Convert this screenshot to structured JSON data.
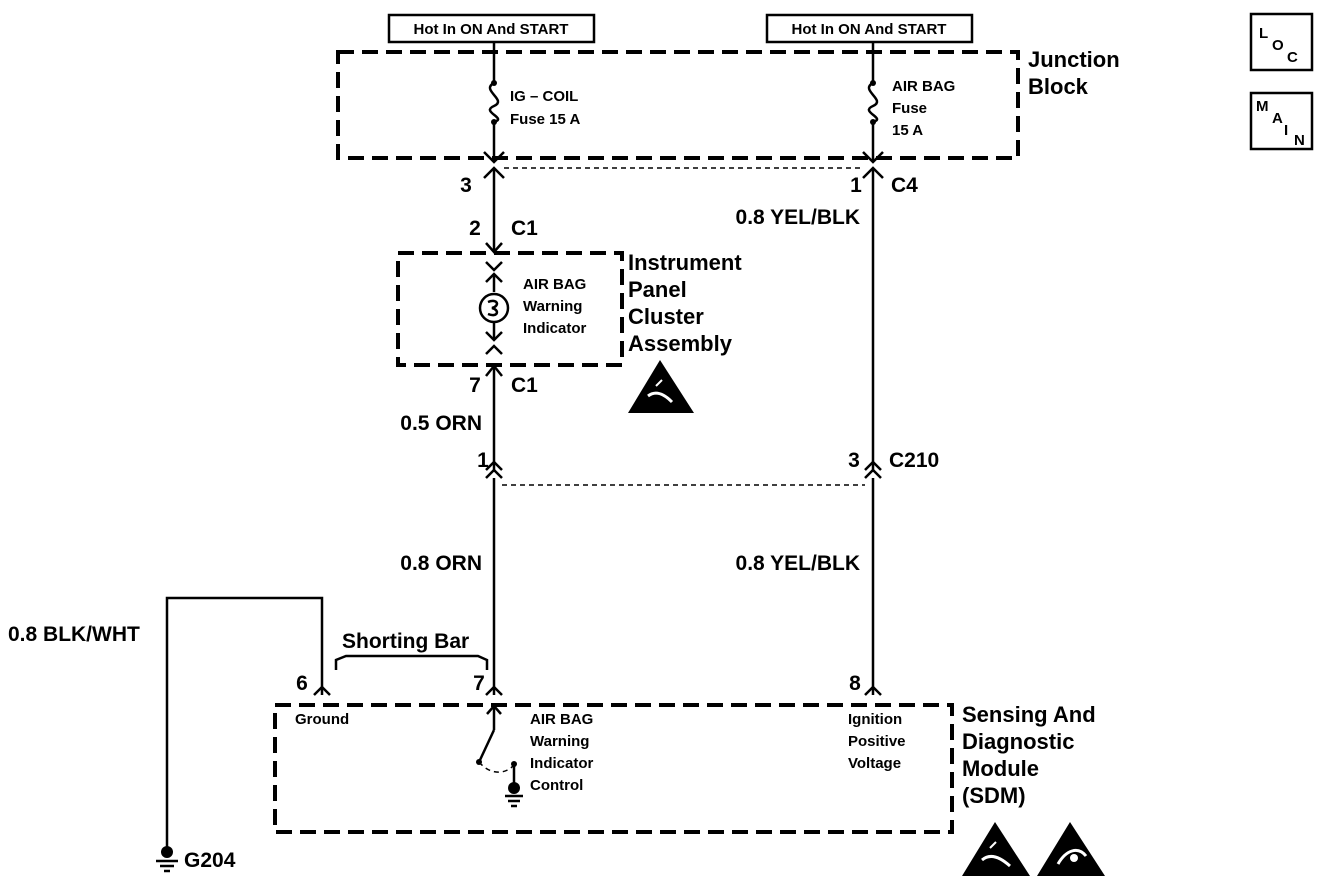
{
  "hot_labels": {
    "left": "Hot In ON And START",
    "right": "Hot In ON And START"
  },
  "junction_block": {
    "line1": "Junction",
    "line2": "Block"
  },
  "fuses": {
    "ig_coil": {
      "line1": "IG – COIL",
      "line2": "Fuse 15 A"
    },
    "air_bag": {
      "line1": "AIR BAG",
      "line2": "Fuse",
      "line3": "15 A"
    }
  },
  "connectors": {
    "c4": "C4",
    "c4_pin_left": "3",
    "c4_pin_right": "1",
    "c1_top": "C1",
    "c1_top_pin": "2",
    "c1_bottom": "C1",
    "c1_bottom_pin": "7",
    "c210": "C210",
    "c210_pin_left": "1",
    "c210_pin_right": "3",
    "sdm_pin_ground": "6",
    "sdm_pin_indicator": "7",
    "sdm_pin_ignition": "8"
  },
  "wires": {
    "yel_blk_upper": "0.8 YEL/BLK",
    "orn_upper": "0.5 ORN",
    "orn_lower": "0.8 ORN",
    "yel_blk_lower": "0.8 YEL/BLK",
    "blk_wht": "0.8 BLK/WHT"
  },
  "ipc": {
    "indicator": {
      "line1": "AIR BAG",
      "line2": "Warning",
      "line3": "Indicator"
    },
    "title": {
      "line1": "Instrument",
      "line2": "Panel",
      "line3": "Cluster",
      "line4": "Assembly"
    }
  },
  "shorting_bar": "Shorting Bar",
  "sdm": {
    "ground": "Ground",
    "indicator_control": {
      "line1": "AIR BAG",
      "line2": "Warning",
      "line3": "Indicator",
      "line4": "Control"
    },
    "ignition": {
      "line1": "Ignition",
      "line2": "Positive",
      "line3": "Voltage"
    },
    "title": {
      "line1": "Sensing And",
      "line2": "Diagnostic",
      "line3": "Module",
      "line4": "(SDM)"
    }
  },
  "ground_label": "G204",
  "nav": {
    "loc": {
      "l1": "L",
      "l2": "O",
      "l3": "C"
    },
    "main": {
      "l1": "M",
      "l2": "A",
      "l3": "I",
      "l4": "N"
    }
  },
  "icons": [
    "esd-warning-icon",
    "esd-warning-icon",
    "esd-warning-icon"
  ]
}
